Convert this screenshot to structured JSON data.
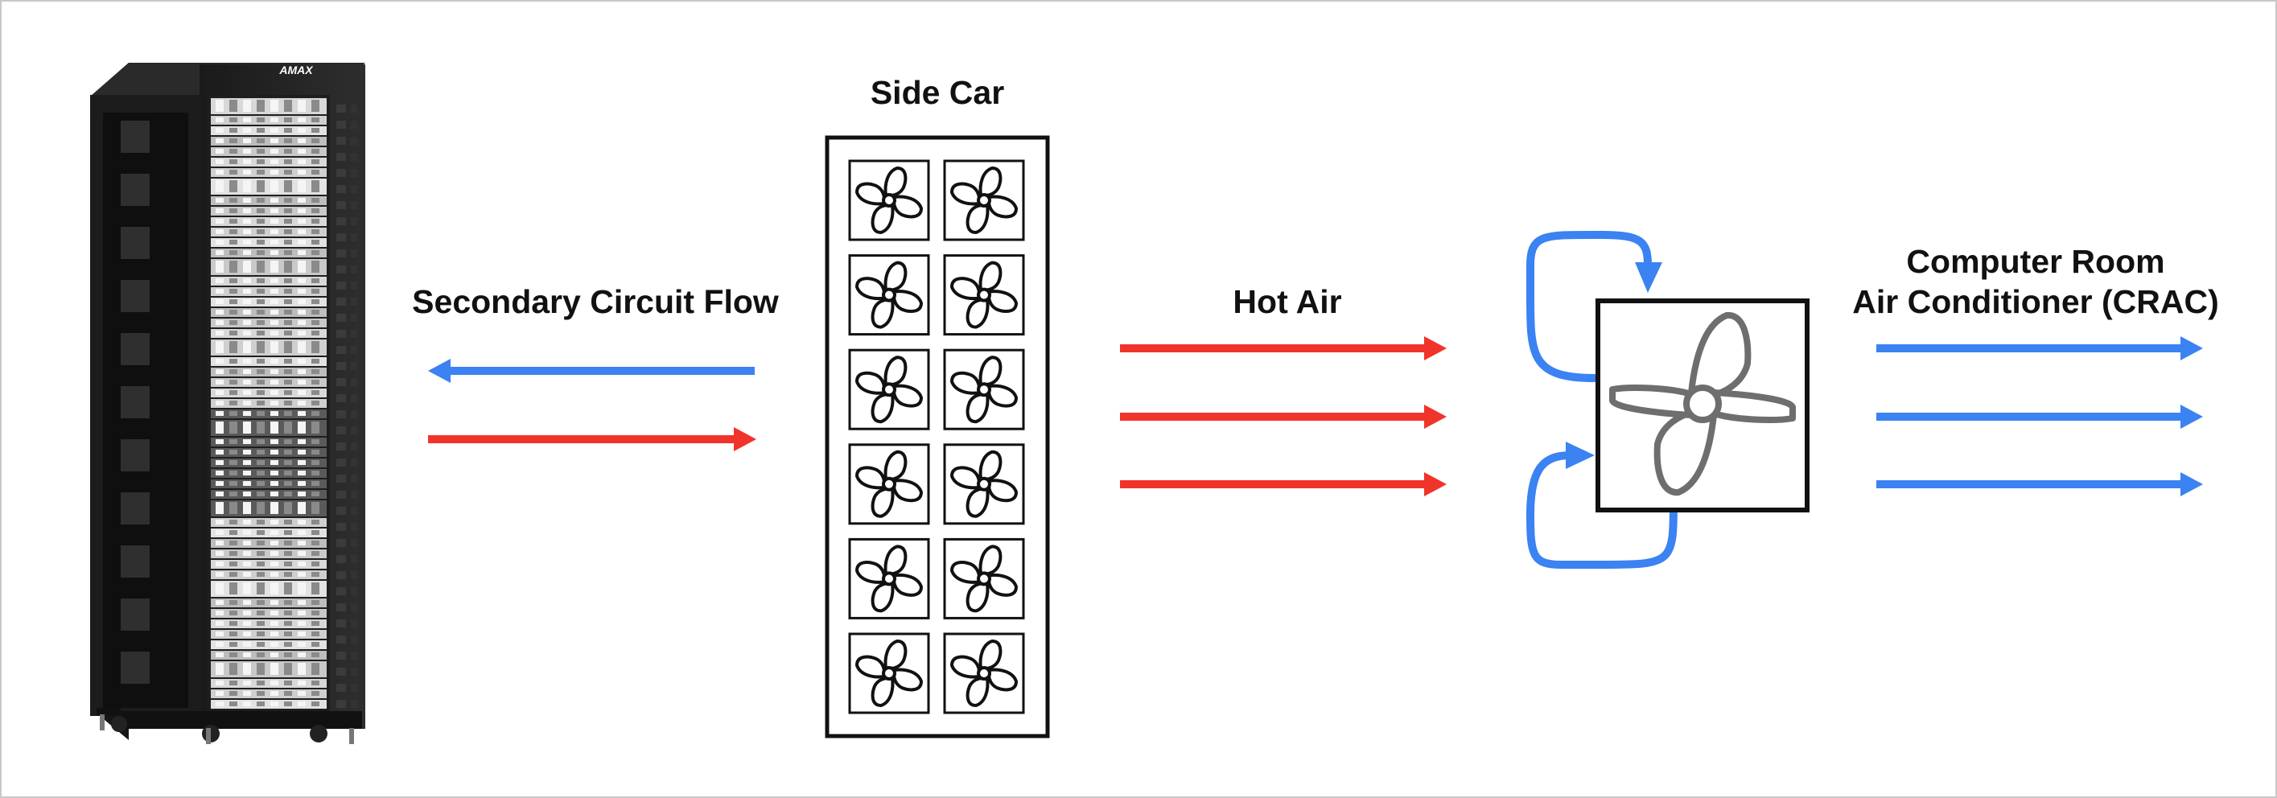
{
  "labels": {
    "secondary_circuit_flow": "Secondary Circuit Flow",
    "side_car": "Side Car",
    "hot_air": "Hot Air",
    "crac_line1": "Computer Room",
    "crac_line2": "Air Conditioner (CRAC)"
  },
  "rack": {
    "brand": "AMAX"
  },
  "colors": {
    "hot": "#f0342a",
    "cold": "#3b82f2",
    "outline": "#111111",
    "fan_gray": "#6e6e6e",
    "rack_body": "#222222"
  },
  "icons": {
    "sidecar_fan": "fan-icon",
    "crac_fan": "fan-icon",
    "arrow": "arrow-icon"
  },
  "sidecar": {
    "rows": 6,
    "cols": 2
  }
}
